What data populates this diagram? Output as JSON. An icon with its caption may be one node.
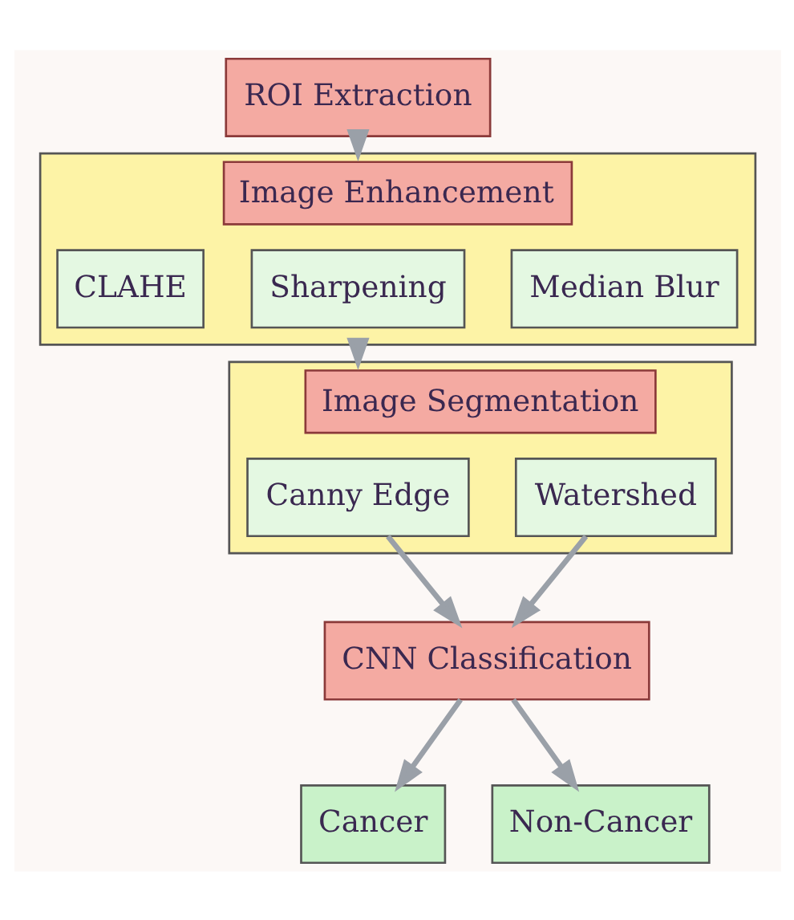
{
  "diagram": {
    "nodes": [
      {
        "text": [
          "ROI Extraction"
        ]
      },
      {
        "text": [
          "Image Enhancement"
        ]
      },
      {
        "text": [
          "Median Blur"
        ],
        "in": 1
      },
      {
        "text": [
          "Sharpening"
        ],
        "in": 1
      },
      {
        "text": [
          "CLAHE"
        ],
        "in": 1
      },
      {
        "text": [
          "Image Segmentation"
        ]
      },
      {
        "text": [
          "Watershed"
        ],
        "in": 5
      },
      {
        "text": [
          "Canny Edge"
        ],
        "in": 5
      },
      {
        "text": [
          "CNN Classification"
        ]
      },
      {
        "text": [
          "Cancer"
        ]
      },
      {
        "text": [
          "Non-Cancer"
        ]
      }
    ],
    "edges": [
      {
        "from": 0,
        "to": 1,
        "arrow": "to"
      },
      {
        "from": 1,
        "to": 5,
        "arrow": "to"
      },
      {
        "from": 6,
        "to": 8,
        "arrow": "to"
      },
      {
        "from": 7,
        "to": 8,
        "arrow": "to"
      },
      {
        "from": 8,
        "to": 9,
        "arrow": "to"
      },
      {
        "from": 8,
        "to": 10,
        "arrow": "to"
      }
    ]
  }
}
